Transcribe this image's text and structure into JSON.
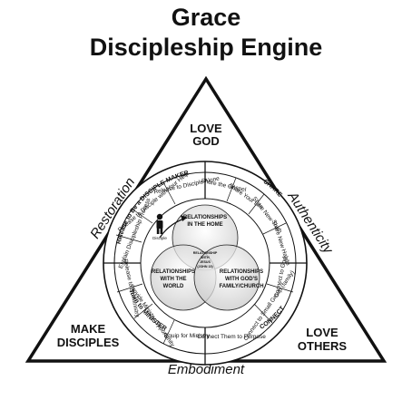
{
  "title": {
    "line1": "Grace",
    "line2": "Discipleship Engine"
  },
  "corners": {
    "top": [
      "LOVE",
      "GOD"
    ],
    "bottom_left": [
      "MAKE",
      "DISCIPLES"
    ],
    "bottom_right": [
      "LOVE",
      "OTHERS"
    ]
  },
  "sides": {
    "left": "Restoration",
    "right": "Authenticity",
    "bottom": "Embodiment"
  },
  "quadrant_labels": {
    "top_left": "Release to Be a DISCIPLE MAKER",
    "top_right": "SHARE",
    "bottom_right": "CONNECT",
    "bottom_left": "Train to MINISTER"
  },
  "ring_items": {
    "top": [
      "Release to Disciple Alone",
      "Share the Gospel"
    ],
    "upper_left": [
      "Release to Disciple with Your Help",
      "Explain Discipleship Process"
    ],
    "upper_right": [
      "Share Your Life",
      "Share New Truth",
      "Share New Habits"
    ],
    "right": [
      "Connect to God"
    ],
    "lower_right": [
      "Connect to Small Group (family)",
      "Connect Them to Purpose"
    ],
    "bottom": [
      "Equip for Ministry"
    ],
    "lower_left": [
      "Provide Ministry Opportunity",
      "Release to Do Ministry"
    ]
  },
  "venn": {
    "top": [
      "RELATIONSHIPS",
      "IN THE HOME"
    ],
    "left": [
      "RELATIONSHIPS",
      "WITH THE",
      "WORLD"
    ],
    "right": [
      "RELATIONSHIPS",
      "WITH GOD'S",
      "FAMILY/CHURCH"
    ],
    "center": [
      "RELATIONSHIP",
      "WITH",
      "JESUS",
      "(JOHN 15)"
    ]
  },
  "disciple_label": "Disciple",
  "icons": [
    "person-icon",
    "cycle-arrow-icon"
  ]
}
